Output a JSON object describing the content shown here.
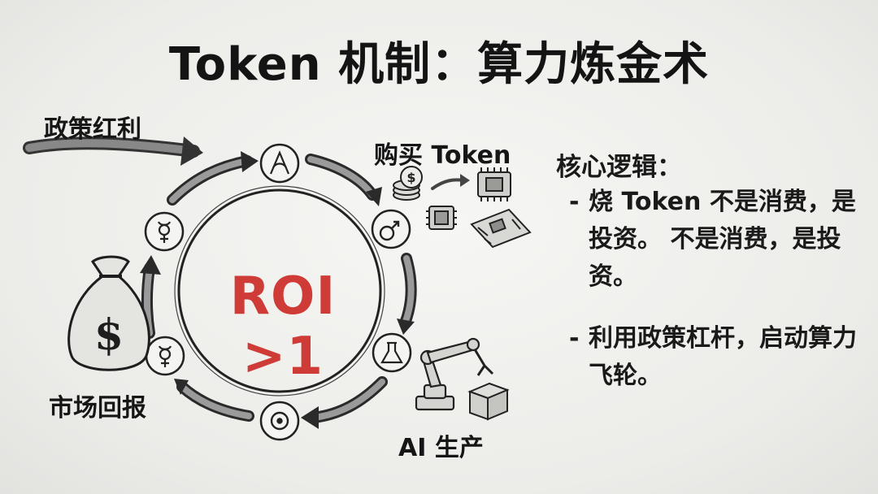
{
  "title": "Token 机制：算力炼金术",
  "cycle": {
    "center_text": "ROI >1",
    "policy_label": "政策红利",
    "buy_label": "购买 Token",
    "ai_label": "AI 生产",
    "return_label": "市场回报"
  },
  "logic": {
    "heading": "核心逻辑：",
    "bullets": [
      {
        "dash": "-",
        "text": "烧 Token 不是消费，是投资。 不是消费，是投资。"
      },
      {
        "dash": "-",
        "text": "利用政策杠杆，启动算力飞轮。"
      }
    ]
  },
  "icons": {
    "node_top": "alchemy-A-icon",
    "node_right_top": "mars-symbol-icon",
    "node_right_mid": "flask-icon",
    "node_bottom": "sun-symbol-icon",
    "node_left_bottom": "mercury-symbol-icon",
    "node_left_top": "mercury-symbol-icon",
    "money_bag": "money-bag-icon",
    "coins": "coin-stack-icon",
    "chips": "chip-icon",
    "robot_arm": "robot-arm-icon",
    "box": "box-icon"
  },
  "colors": {
    "roi": "#cf3b36",
    "ink": "#1a1a1a"
  }
}
